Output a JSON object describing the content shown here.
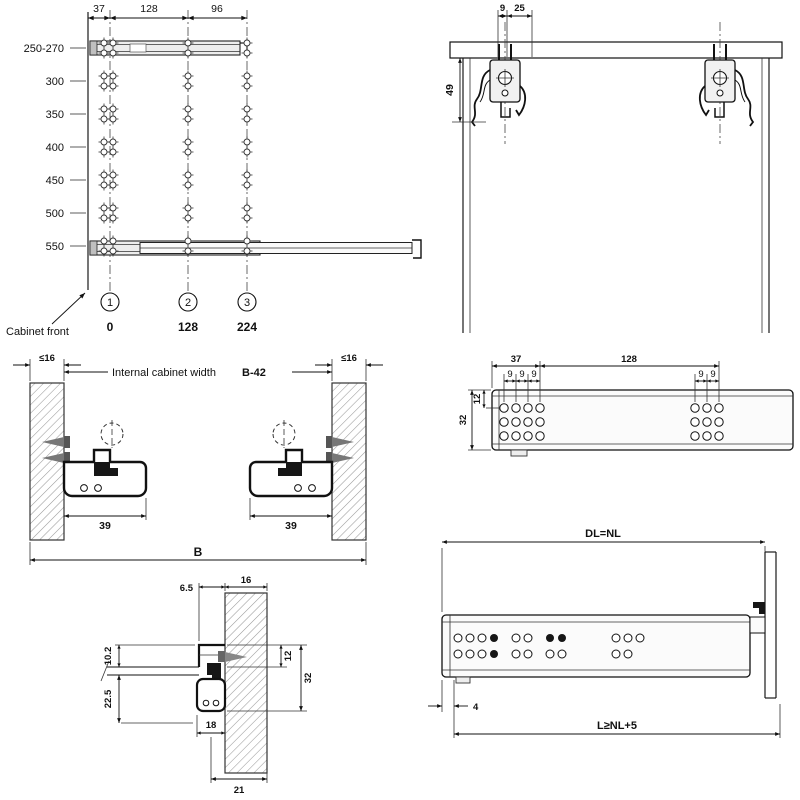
{
  "bg": "#ffffff",
  "line_color": "#1a1a1a",
  "panel1": {
    "top_dims": {
      "d37": "37",
      "d128": "128",
      "d96": "96"
    },
    "row_labels": [
      "250-270",
      "300",
      "350",
      "400",
      "450",
      "500",
      "550"
    ],
    "positions": [
      {
        "num": "1",
        "value": "0"
      },
      {
        "num": "2",
        "value": "128"
      },
      {
        "num": "3",
        "value": "224"
      }
    ],
    "cabinet_front_label": "Cabinet front"
  },
  "panel2": {
    "d9": "9",
    "d25": "25",
    "d49": "49"
  },
  "panel3": {
    "le16": "≤16",
    "internal_width_label": "Internal cabinet width",
    "b42": "B-42",
    "d39": "39",
    "b": "B"
  },
  "panel4": {
    "d37": "37",
    "d128": "128",
    "d9": "9",
    "d32": "32",
    "d12": "12"
  },
  "panel5": {
    "d6_5": "6.5",
    "d16": "16",
    "d10_2": "10.2",
    "d12": "12",
    "d32": "32",
    "d22_5": "22.5",
    "d18": "18",
    "d21": "21"
  },
  "panel6": {
    "dl_nl": "DL=NL",
    "d4": "4",
    "l_nl": "L≥NL+5"
  }
}
